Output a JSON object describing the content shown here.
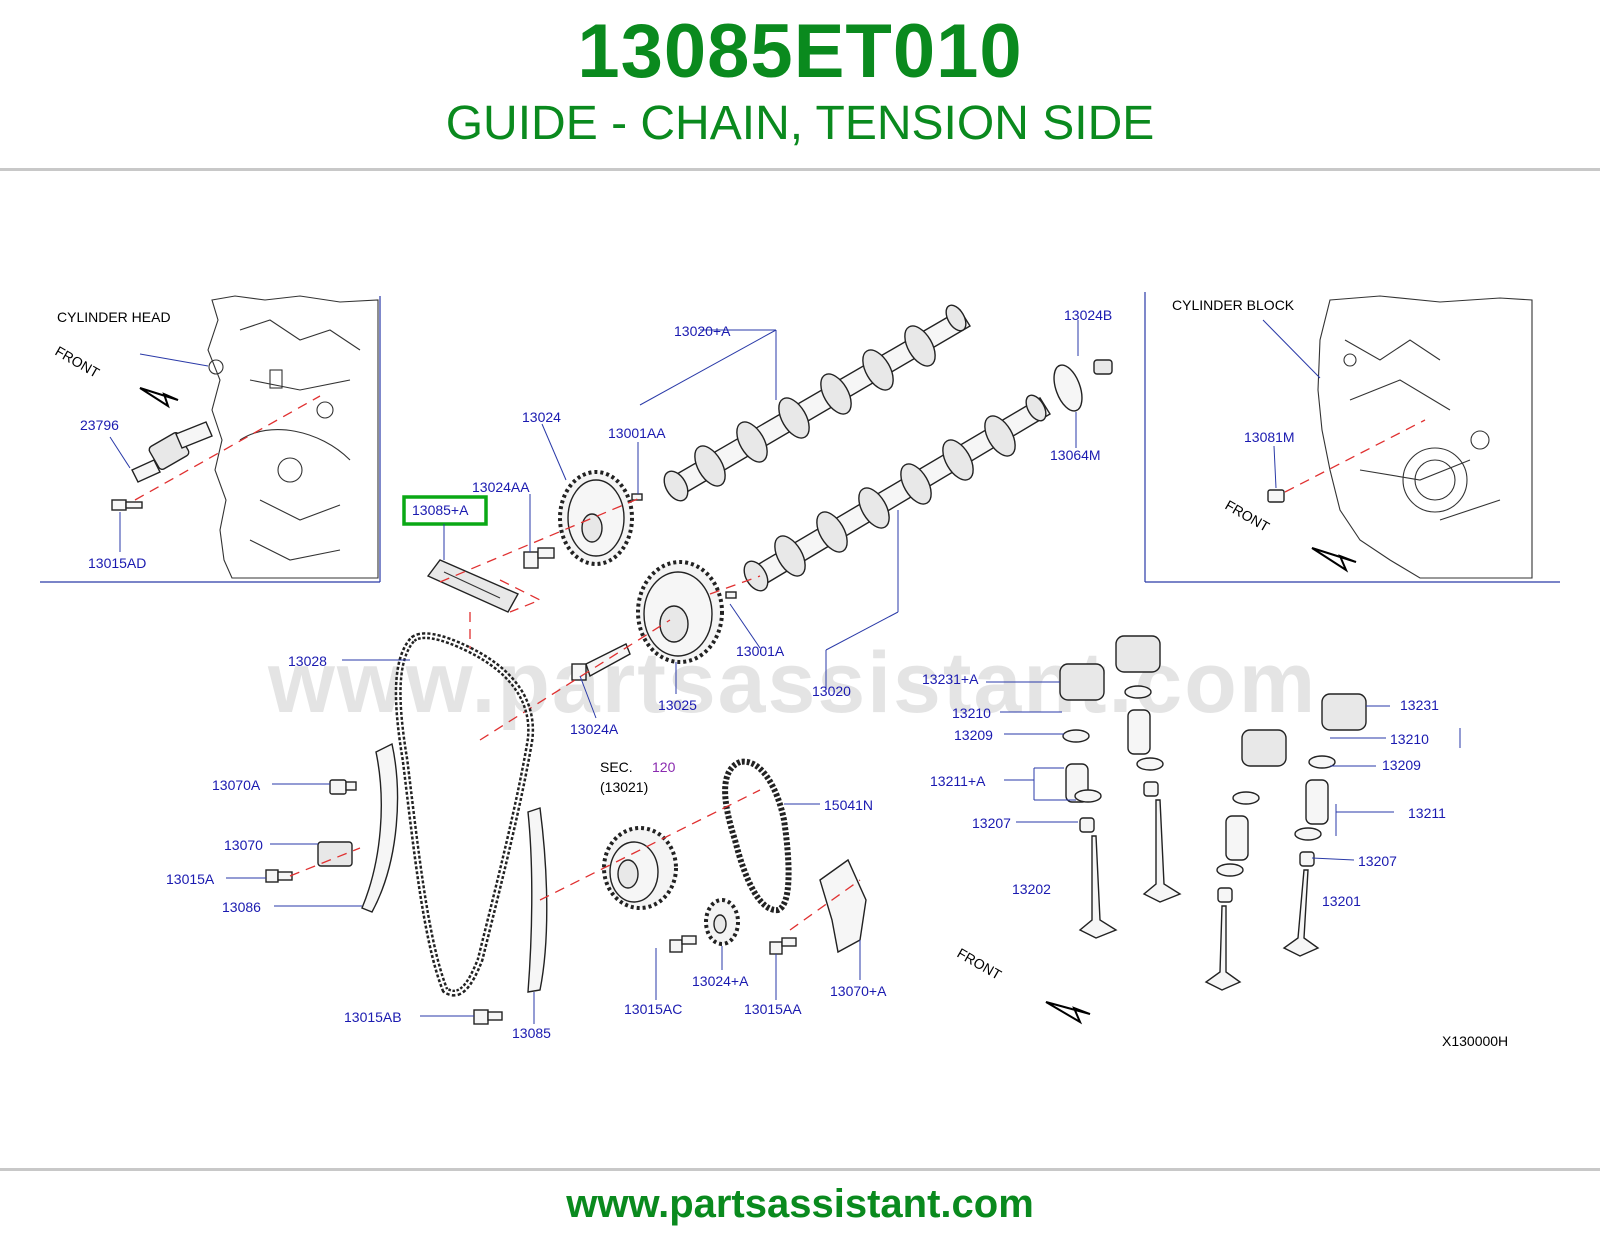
{
  "header": {
    "part_number": "13085ET010",
    "part_name": "GUIDE - CHAIN, TENSION SIDE"
  },
  "footer": {
    "url": "www.partsassistant.com"
  },
  "diagram": {
    "watermark": "www.partsassistant.com",
    "code": "X130000H",
    "highlighted_label": "13085+A",
    "front_label": "FRONT",
    "cylinder_head_label": "CYLINDER   HEAD",
    "cylinder_block_label": "CYLINDER   BLOCK",
    "sec_label": "SEC.",
    "sec_number": "120",
    "sec_ref": "(13021)",
    "labels": {
      "l23796": "23796",
      "l13015AD": "13015AD",
      "l13020A": "13020+A",
      "l13024B": "13024B",
      "l13024": "13024",
      "l13001AA": "13001AA",
      "l13064M": "13064M",
      "l13081M": "13081M",
      "l13024AA": "13024AA",
      "l13028": "13028",
      "l13001A": "13001A",
      "l13025": "13025",
      "l13020": "13020",
      "l13024A": "13024A",
      "l13231A": "13231+A",
      "l13210a": "13210",
      "l13209a": "13209",
      "l13211A": "13211+A",
      "l13207a": "13207",
      "l13202": "13202",
      "l13231": "13231",
      "l13210b": "13210",
      "l13209b": "13209",
      "l13211": "13211",
      "l13207b": "13207",
      "l13201": "13201",
      "l13070A": "13070A",
      "l13070": "13070",
      "l13015A": "13015A",
      "l13086": "13086",
      "l15041N": "15041N",
      "l13015AB": "13015AB",
      "l13085": "13085",
      "l13015AC": "13015AC",
      "l13024pA": "13024+A",
      "l13015AA": "13015AA",
      "l13070pA": "13070+A"
    }
  }
}
